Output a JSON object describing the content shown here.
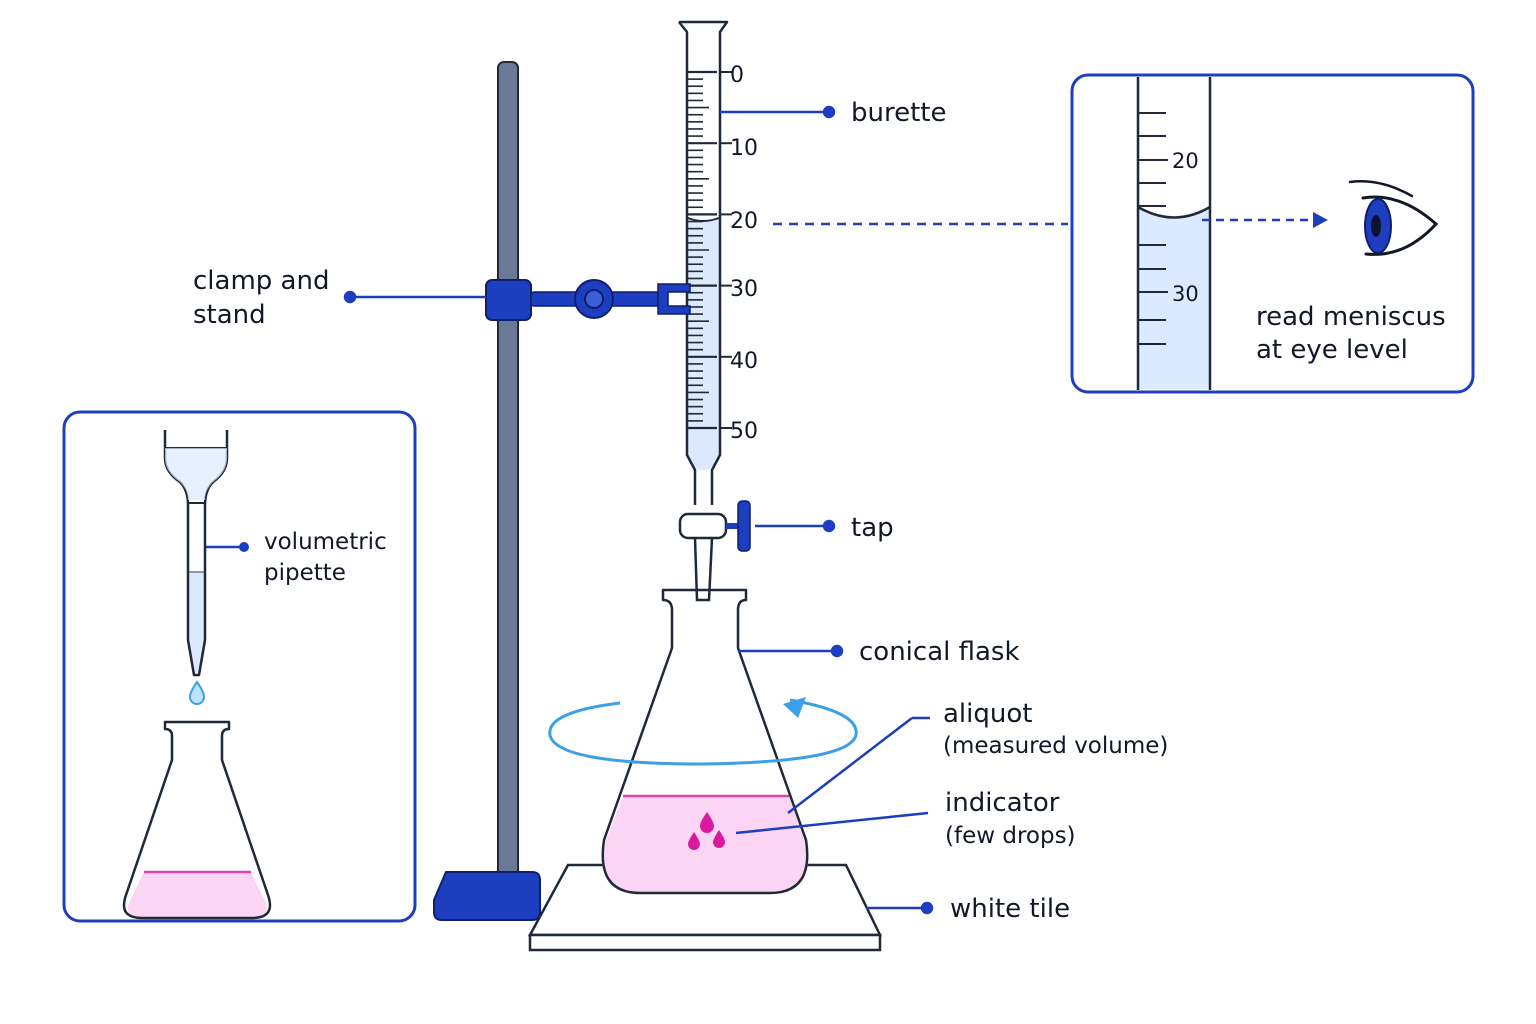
{
  "labels": {
    "burette": "burette",
    "clamp_line1": "clamp and",
    "clamp_line2": "stand",
    "tap": "tap",
    "conical_flask": "conical flask",
    "aliquot": "aliquot",
    "aliquot_note": "(measured volume)",
    "indicator": "indicator",
    "indicator_note": "(few drops)",
    "white_tile": "white tile",
    "pipette_line1": "volumetric",
    "pipette_line2": "pipette",
    "meniscus_line1": "read meniscus",
    "meniscus_line2": "at eye level"
  },
  "burette_scale": [
    "0",
    "10",
    "20",
    "30",
    "40",
    "50"
  ],
  "meniscus_scale": [
    "20",
    "30"
  ],
  "meniscus_reading": 20,
  "icons": [
    "eye-icon",
    "swirl-arrow-icon",
    "drop-icon"
  ],
  "colors": {
    "accent": "#1d3fbf",
    "outline": "#1f2937",
    "stand_rod": "#6b7a99",
    "liquid_blue": "#dbeafe",
    "liquid_pink": "#fbd5f3",
    "pink_line": "#d946b0",
    "drop_magenta": "#d91a9c",
    "swirl_blue": "#3ba0e6"
  }
}
